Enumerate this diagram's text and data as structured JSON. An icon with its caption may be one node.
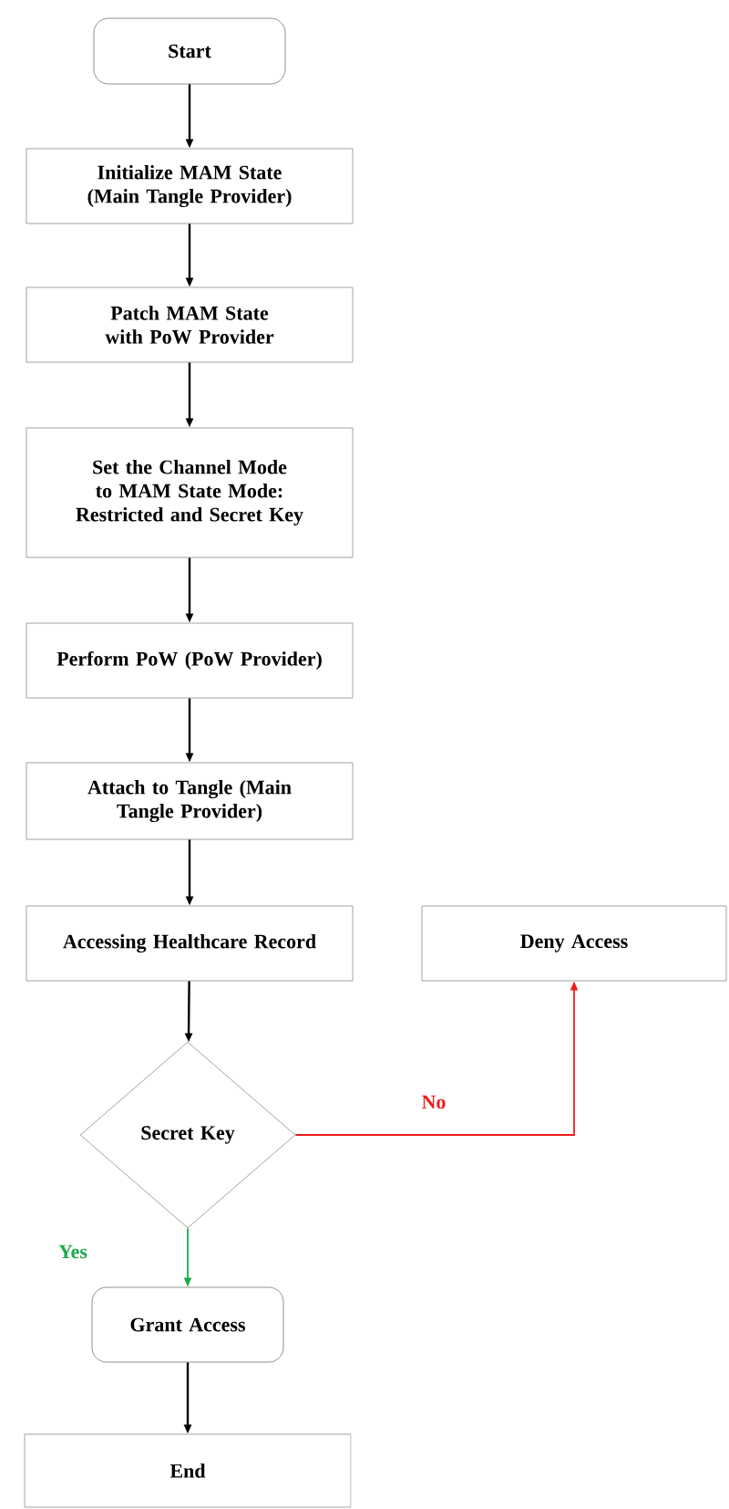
{
  "diagram": {
    "nodes": [
      {
        "text": [
          "Start"
        ]
      },
      {
        "text": [
          "Initialize MAM State (Main Tangle Provider)"
        ]
      },
      {
        "text": [
          "Patch MAM State with PoW Provider"
        ]
      },
      {
        "text": [
          "Set the Channel Mode to MAM State Mode: Restricted and Secret Key"
        ]
      },
      {
        "text": [
          "Perform PoW (PoW Provider)"
        ]
      },
      {
        "text": [
          "Attach to Tangle (Main Tangle Provider)"
        ]
      },
      {
        "text": [
          "Accessing Healthcare Record"
        ]
      },
      {
        "text": [
          "Deny Access"
        ]
      },
      {
        "text": [
          "Secret Key"
        ]
      },
      {
        "text": [
          "Grant Access"
        ]
      },
      {
        "text": [
          "End"
        ]
      }
    ],
    "edges": [
      {
        "from": 0,
        "to": 1,
        "arrow": "to"
      },
      {
        "from": 1,
        "to": 2,
        "arrow": "to"
      },
      {
        "from": 2,
        "to": 3,
        "arrow": "to"
      },
      {
        "from": 3,
        "to": 4,
        "arrow": "to"
      },
      {
        "from": 4,
        "to": 5,
        "arrow": "to"
      },
      {
        "from": 5,
        "to": 6,
        "arrow": "to"
      },
      {
        "from": 6,
        "to": 8,
        "arrow": "to"
      },
      {
        "from": 8,
        "to": 7,
        "arrow": "to",
        "label": "No",
        "color": "#ee1c1c"
      },
      {
        "from": 8,
        "to": 9,
        "arrow": "to",
        "label": "Yes",
        "color": "#1aaa4a"
      },
      {
        "from": 9,
        "to": 10,
        "arrow": "to"
      }
    ]
  }
}
